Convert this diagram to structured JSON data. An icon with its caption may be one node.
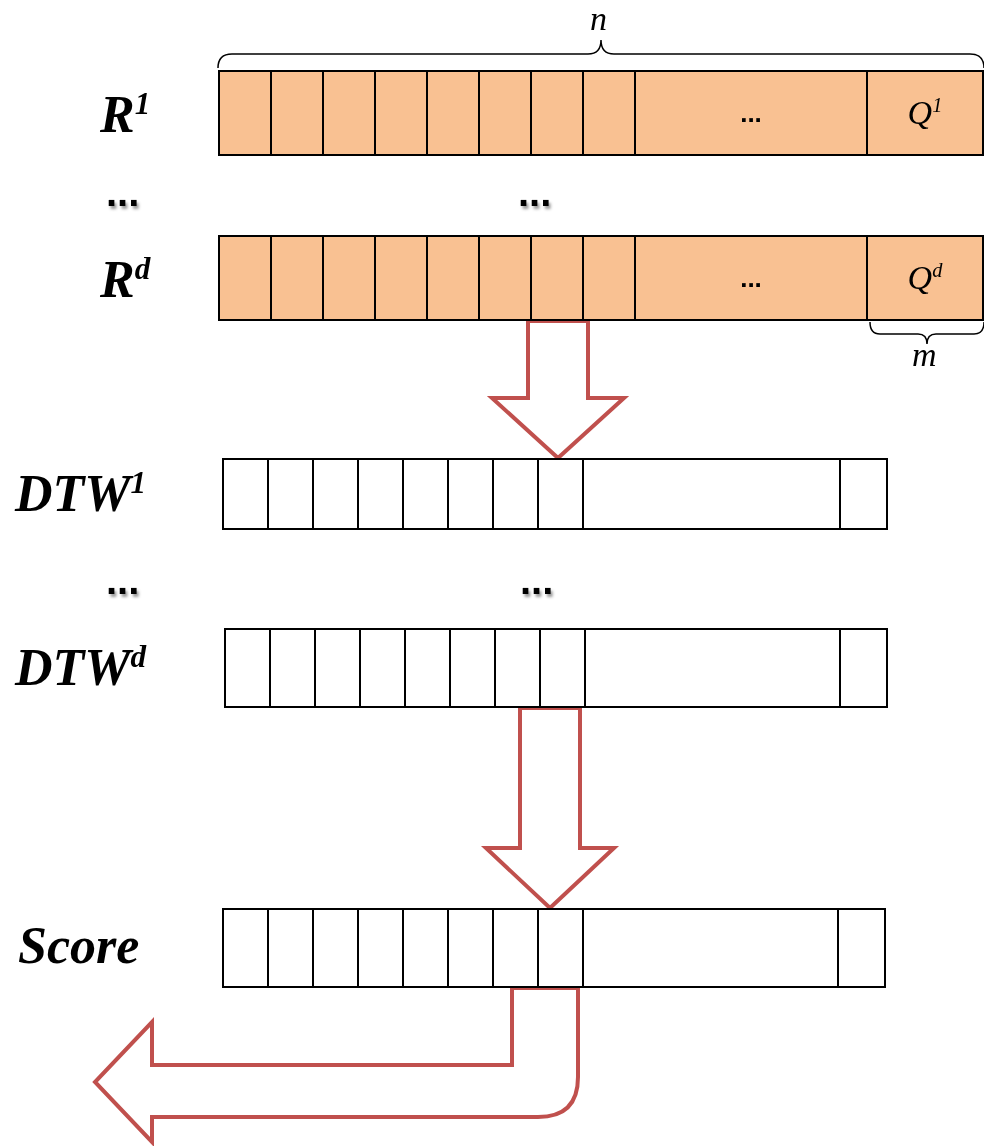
{
  "diagram": {
    "nodes": [
      {
        "text": [
          "...",
          "Q$^{1}$"
        ],
        "beside": [
          "R$^{1}$"
        ]
      },
      {
        "text": [
          "...",
          "Q$^{d}$"
        ],
        "beside": [
          "R$^{d}$"
        ]
      },
      {
        "text": [],
        "shape": "bar",
        "beside": [
          "DTW$^{1}$"
        ]
      },
      {
        "text": [],
        "shape": "bar",
        "beside": [
          "DTW$^{d}$"
        ]
      },
      {
        "text": [],
        "shape": "bar",
        "beside": [
          "Score"
        ]
      }
    ],
    "edges": [
      {
        "from": 1,
        "to": 2,
        "arrow": "to"
      },
      {
        "from": 3,
        "to": 4,
        "arrow": "to"
      },
      {
        "from": 4,
        "to": null,
        "arrow": "to"
      }
    ],
    "labels": [
      "n",
      "...",
      "...",
      "m",
      "...",
      "..."
    ]
  }
}
